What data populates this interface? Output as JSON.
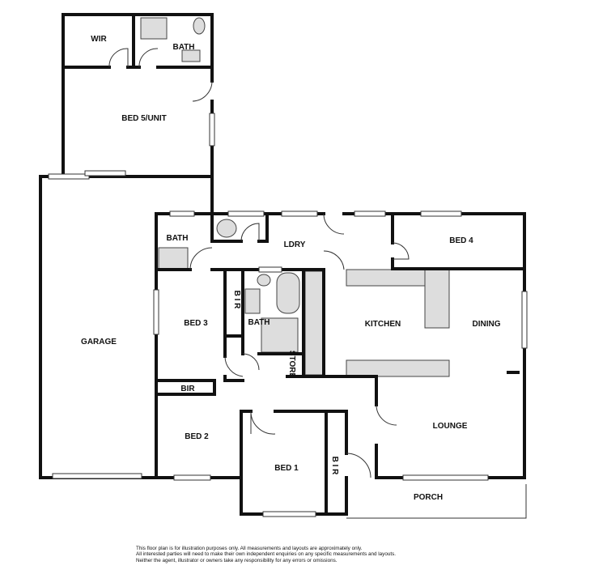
{
  "rooms": {
    "wir": "WIR",
    "bath_unit": "BATH",
    "bed5": "BED 5/UNIT",
    "garage": "GARAGE",
    "bath_left": "BATH",
    "ldry": "LDRY",
    "bed4": "BED 4",
    "bed3": "BED 3",
    "bir_bed3": "B I R",
    "bath_main": "BATH",
    "kitchen": "KITCHEN",
    "dining": "DINING",
    "store": "STORE",
    "bir_bed2": "BIR",
    "bed2": "BED 2",
    "bed1": "BED 1",
    "bir_bed1": "B I R",
    "lounge": "LOUNGE",
    "porch": "PORCH"
  },
  "disclaimer": [
    "This floor plan is for illustration purposes only. All measurements and layouts are approximately only.",
    "All interested parties will need to make their own independent enquiries on any specific measurements and layouts.",
    "Neither the agent, illustrator or owners take any responsibility for any errors or omissions."
  ]
}
